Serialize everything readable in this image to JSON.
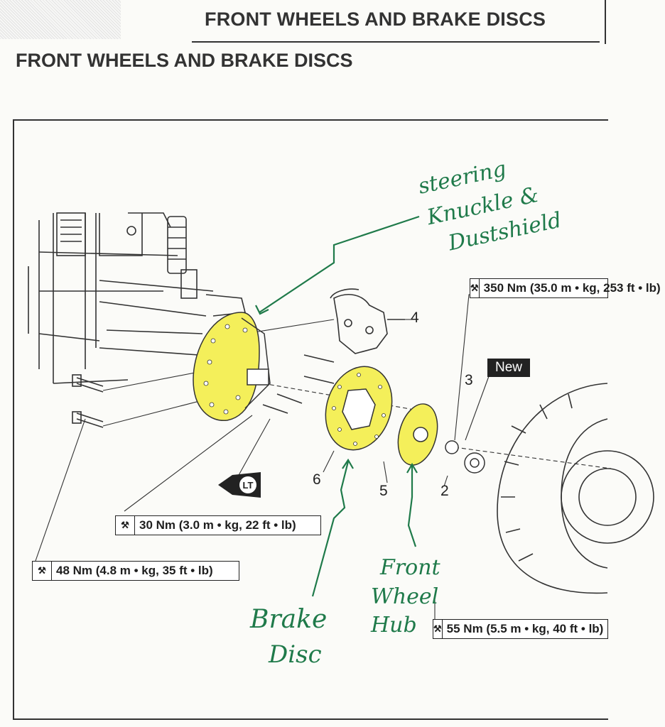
{
  "header": {
    "running_title": "FRONT WHEELS AND BRAKE DISCS"
  },
  "section": {
    "title": "FRONT WHEELS AND BRAKE DISCS"
  },
  "part_numbers": [
    "4",
    "3",
    "6",
    "5",
    "2"
  ],
  "badges": {
    "new": "New",
    "lt": "LT"
  },
  "torque_specs": [
    {
      "id": "t350",
      "text": "350 Nm (35.0 m • kg, 253 ft • lb)"
    },
    {
      "id": "t30",
      "text": "30 Nm (3.0 m • kg, 22 ft • lb)"
    },
    {
      "id": "t48",
      "text": "48 Nm (4.8 m • kg, 35 ft • lb)"
    },
    {
      "id": "t55",
      "text": "55 Nm (5.5 m • kg, 40 ft • lb)"
    }
  ],
  "handwritten": {
    "steering_line1": "steering",
    "steering_line2": "Knuckle &",
    "steering_line3": "Dustshield",
    "brake_line1": "Brake",
    "brake_line2": "Disc",
    "hub_line1": "Front",
    "hub_line2": "Wheel",
    "hub_line3": "Hub"
  },
  "colors": {
    "highlight": "#f4ef5a",
    "annotation": "#1f7a4a",
    "ink": "#222222"
  }
}
